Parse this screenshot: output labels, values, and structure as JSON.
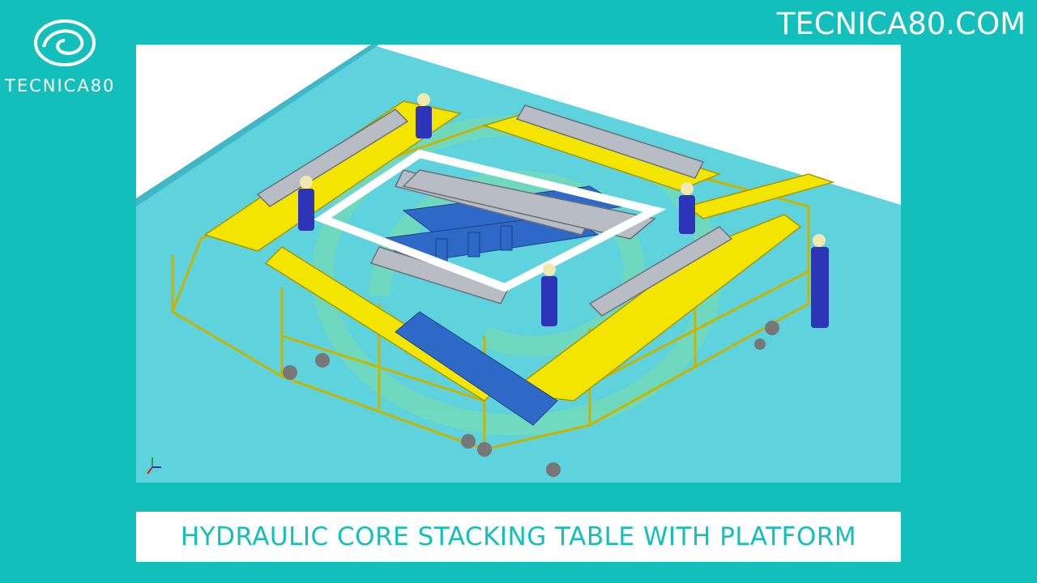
{
  "brand": {
    "logo_text": "TECNICA80",
    "site_url": "TECNICA80.COM",
    "logo_icon": "swirl-logo-icon",
    "accent_color": "#13bfbb"
  },
  "figure": {
    "subject": "3d-machine-render",
    "colors": {
      "floor": "#5ed2dd",
      "frame": "#f3e500",
      "parts": "#2f69c8",
      "workers": "#2d34b8"
    }
  },
  "caption": {
    "text": "HYDRAULIC CORE STACKING TABLE WITH PLATFORM"
  }
}
